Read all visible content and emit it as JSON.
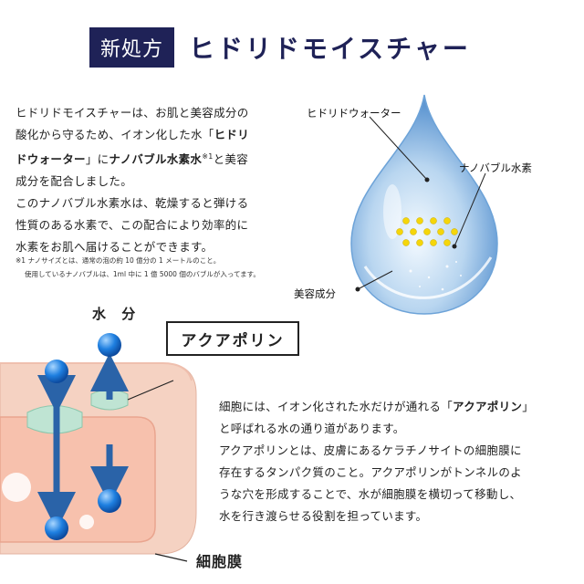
{
  "title": {
    "badge": "新処方",
    "main": "ヒドリドモイスチャー"
  },
  "intro": {
    "l1": "ヒドリドモイスチャーは、お肌と美容成分の",
    "l2": "酸化から守るため、イオン化した水「",
    "l2b": "ヒドリ",
    "l3b": "ドウォーター",
    "l3": "」に",
    "l3c": "ナノバブル水素水",
    "l3sup": "※1",
    "l3d": "と美容",
    "l4": "成分を配合しました。",
    "l5": "このナノバブル水素水は、乾燥すると弾ける",
    "l6": "性質のある水素で、この配合により効率的に",
    "l7": "水素をお肌へ届けることができます。"
  },
  "footnote": {
    "l1": "※1 ナノサイズとは、通常の泡の約 10 億分の 1 メートルのこと。",
    "l2": "使用しているナノバブルは、1ml 中に 1 億 5000 個のバブルが入ってます。"
  },
  "drop_labels": {
    "water": "ヒドリドウォーター",
    "nano": "ナノバブル水素",
    "beauty": "美容成分"
  },
  "diagram": {
    "water_label": "水 分",
    "aquaporin": "アクアポリン",
    "membrane": "細胞膜"
  },
  "body": {
    "l1a": "細胞には、イオン化された水だけが通れる「",
    "l1b": "アクアポリン",
    "l1c": "」",
    "l2": "と呼ばれる水の通り道があります。",
    "l3": "アクアポリンとは、皮膚にあるケラチノサイトの細胞膜に",
    "l4": "存在するタンパク質のこと。アクアポリンがトンネルのよ",
    "l5": "うな穴を形成することで、水が細胞膜を横切って移動し、",
    "l6": "水を行き渡らせる役割を担っています。"
  },
  "colors": {
    "navy": "#1f2257",
    "drop_blue": "#7fb2e3",
    "ball_blue": "#1e7fe0",
    "arrow_blue": "#2a63a8",
    "skin": "#f4c5b2",
    "channel_green": "#a8d8c4"
  }
}
